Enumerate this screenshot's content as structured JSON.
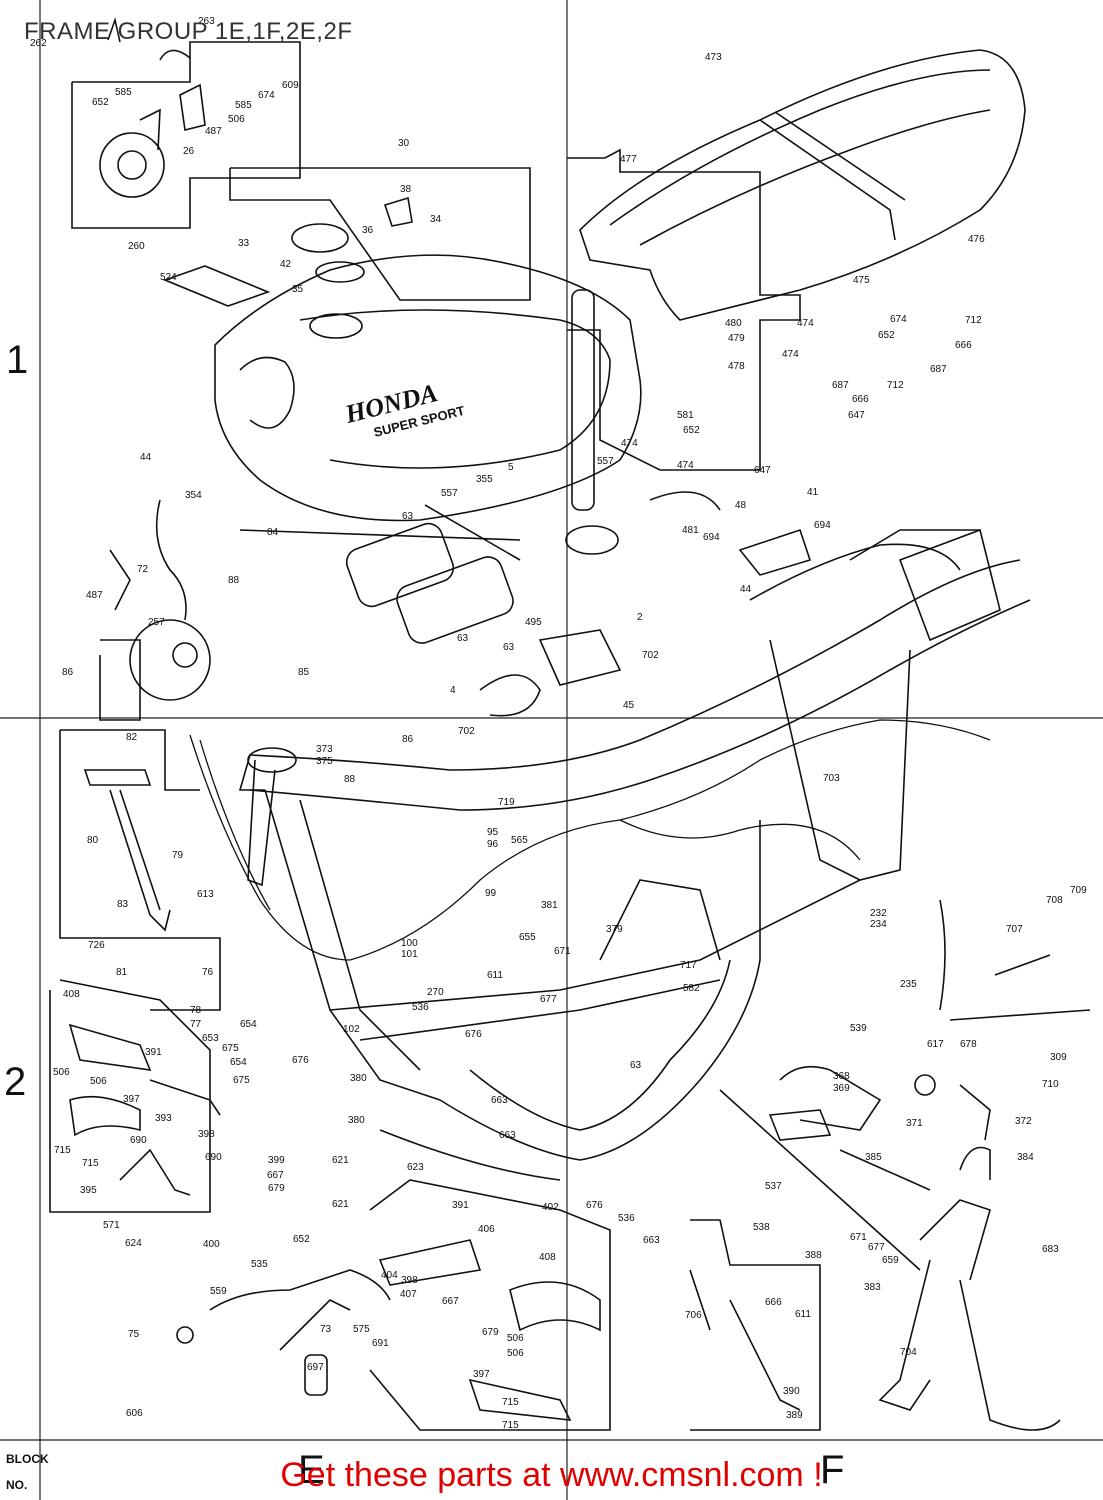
{
  "title": "FRAME GROUP 1E,1F,2E,2F",
  "grid": {
    "rows": [
      "1",
      "2"
    ],
    "cols": [
      "E",
      "F"
    ],
    "block_label": [
      "BLOCK",
      "NO."
    ]
  },
  "brand": {
    "name": "HONDA",
    "model": "SUPER SPORT"
  },
  "promo": "Get these parts at www.cmsnl.com !",
  "parts": [
    "262",
    "263",
    "585",
    "652",
    "26",
    "487",
    "506",
    "585",
    "674",
    "609",
    "260",
    "30",
    "38",
    "34",
    "36",
    "33",
    "42",
    "35",
    "524",
    "473",
    "477",
    "476",
    "475",
    "674",
    "712",
    "652",
    "666",
    "687",
    "712",
    "480",
    "479",
    "478",
    "474",
    "474",
    "581",
    "652",
    "474",
    "474",
    "666",
    "687",
    "647",
    "647",
    "41",
    "48",
    "481",
    "694",
    "694",
    "44",
    "44",
    "354",
    "355",
    "5",
    "557",
    "557",
    "84",
    "63",
    "495",
    "72",
    "487",
    "257",
    "86",
    "88",
    "85",
    "63",
    "4",
    "2",
    "702",
    "63",
    "45",
    "82",
    "373",
    "375",
    "86",
    "702",
    "88",
    "703",
    "80",
    "79",
    "95",
    "96",
    "565",
    "719",
    "99",
    "381",
    "379",
    "613",
    "83",
    "726",
    "81",
    "76",
    "78",
    "77",
    "100",
    "101",
    "270",
    "611",
    "655",
    "671",
    "677",
    "717",
    "582",
    "232",
    "234",
    "707",
    "708",
    "709",
    "235",
    "408",
    "654",
    "653",
    "675",
    "676",
    "102",
    "536",
    "676",
    "539",
    "617",
    "678",
    "309",
    "391",
    "506",
    "506",
    "397",
    "654",
    "675",
    "380",
    "380",
    "663",
    "663",
    "63",
    "368",
    "369",
    "710",
    "371",
    "372",
    "393",
    "690",
    "690",
    "398",
    "399",
    "667",
    "679",
    "715",
    "715",
    "395",
    "621",
    "623",
    "621",
    "391",
    "384",
    "385",
    "537",
    "571",
    "624",
    "400",
    "402",
    "406",
    "408",
    "676",
    "536",
    "652",
    "535",
    "559",
    "75",
    "73",
    "697",
    "606",
    "575",
    "691",
    "404",
    "398",
    "407",
    "667",
    "679",
    "506",
    "506",
    "397",
    "715",
    "715",
    "663",
    "538",
    "388",
    "706",
    "666",
    "611",
    "390",
    "389",
    "671",
    "677",
    "659",
    "683",
    "383",
    "704"
  ]
}
